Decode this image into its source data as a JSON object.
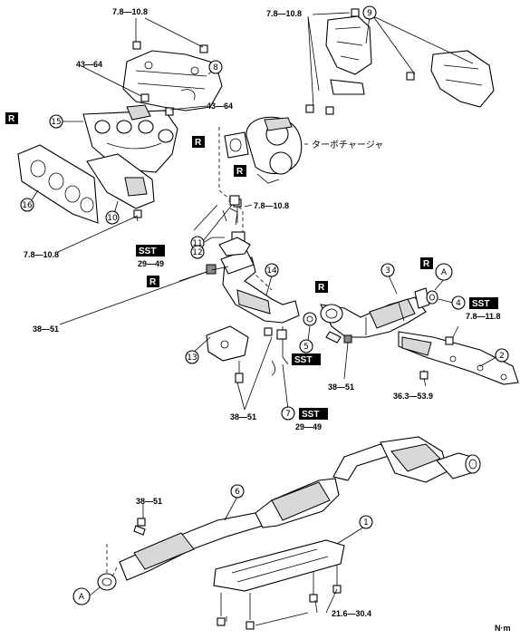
{
  "torques": {
    "t1": "7.8—10.8",
    "t2": "7.8—10.8",
    "t3": "43—64",
    "t4": "43—64",
    "t5": "7.8—10.8",
    "t6": "7.8—10.8",
    "t7": "29—49",
    "t8": "38—51",
    "t9": "7.8—11.8",
    "t10": "36.3—53.9",
    "t11": "38—51",
    "t12": "38—51",
    "t13": "29—49",
    "t14": "38—51",
    "t15": "21.6—30.4"
  },
  "callouts": [
    "1",
    "2",
    "3",
    "4",
    "5",
    "6",
    "7",
    "8",
    "9",
    "10",
    "11",
    "12",
    "13",
    "14",
    "15",
    "16"
  ],
  "tags": {
    "r": "R",
    "sst": "SST",
    "ref_a": "A"
  },
  "turbo_label": "ターボチャージャ",
  "units": "N·m"
}
